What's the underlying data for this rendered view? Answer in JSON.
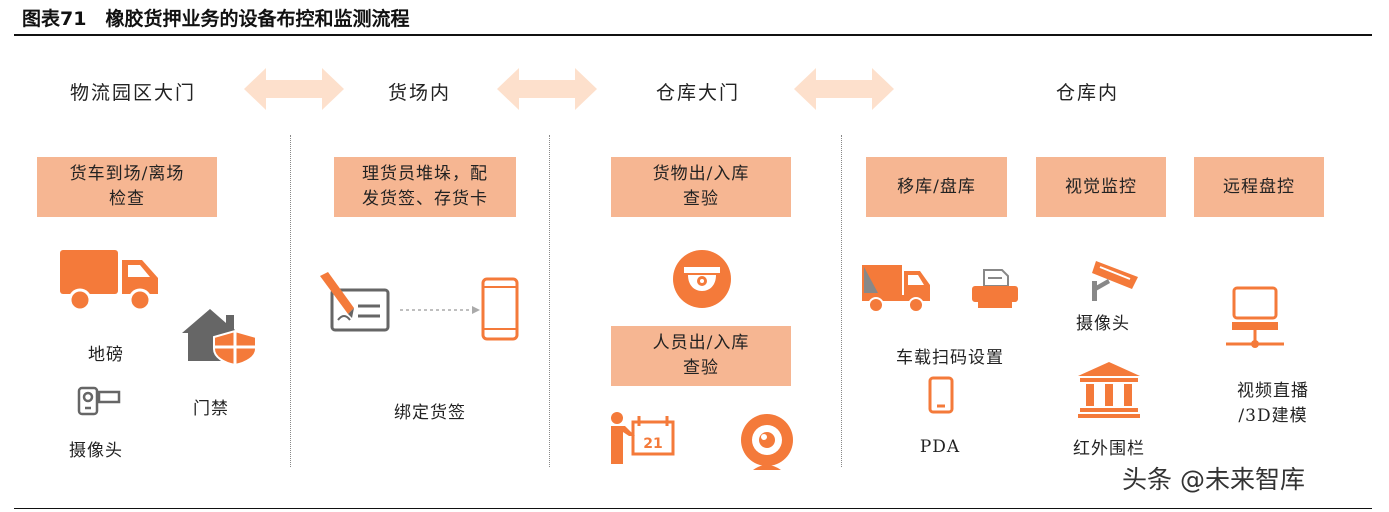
{
  "title": "图表71　橡胶货押业务的设备布控和监测流程",
  "stages": [
    "物流园区大门",
    "货场内",
    "仓库大门",
    "仓库内"
  ],
  "boxes": {
    "truck_check": "货车到场/离场\n检查",
    "pile": "理货员堆垛，配\n发货签、存货卡",
    "goods_inout": "货物出/入库\n查验",
    "person_inout": "人员出/入库\n查验",
    "move": "移库/盘库",
    "visual": "视觉监控",
    "remote": "远程盘控"
  },
  "labels": {
    "weighbridge": "地磅",
    "camera1": "摄像头",
    "access": "门禁",
    "bind": "绑定货签",
    "scanner": "车载扫码设置",
    "pda": "PDA",
    "camera2": "摄像头",
    "infrared": "红外围栏",
    "video": "视频直播\n/3D建模"
  },
  "watermark": "头条 @未来智库",
  "colors": {
    "accent": "#f47a3a",
    "box": "#f6b692",
    "arrow": "#fde0cc"
  }
}
